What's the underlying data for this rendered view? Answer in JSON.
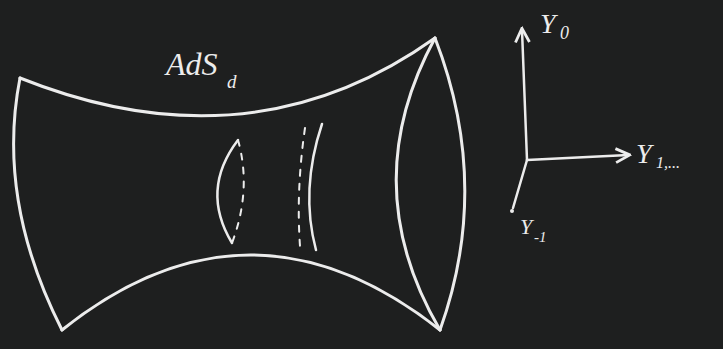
{
  "diagram": {
    "labels": [
      "AdS",
      "d",
      "Y",
      "0",
      "Y",
      "1,...",
      "Y",
      "-1"
    ]
  }
}
